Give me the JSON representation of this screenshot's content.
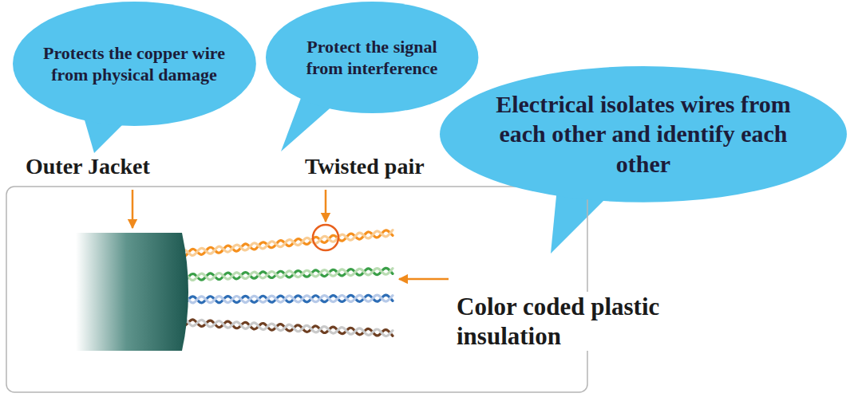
{
  "diagram": {
    "nodes": [
      {
        "text": [
          "Protects the copper wire from physical damage"
        ]
      },
      {
        "text": [
          "Protect the signal from interference"
        ]
      },
      {
        "text": [
          "Electrical isolates wires from each other and identify each other"
        ]
      }
    ],
    "labels": [
      "Outer Jacket",
      "Twisted pair",
      "Color coded plastic insulation"
    ]
  }
}
